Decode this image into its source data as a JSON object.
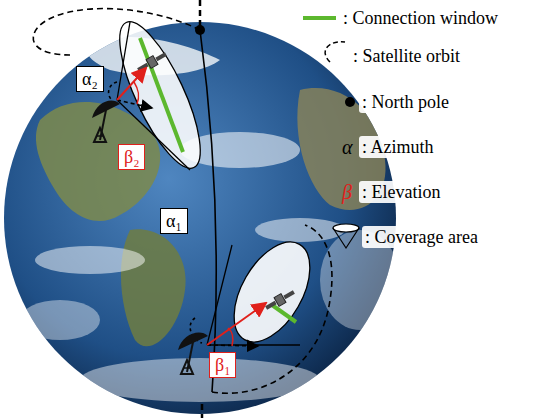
{
  "diagram": {
    "nodes": [
      {
        "text": [
          "α₂"
        ]
      },
      {
        "text": [
          "β₂"
        ]
      },
      {
        "text": [
          "α₁"
        ]
      },
      {
        "text": [
          "β₁"
        ]
      }
    ],
    "labels": [
      "α",
      "β"
    ],
    "legend": [
      {
        "text": ": Connection window"
      },
      {
        "text": ": Satellite orbit"
      },
      {
        "text": ": North pole"
      },
      {
        "text": ": Azimuth"
      },
      {
        "text": ": Elevation"
      },
      {
        "text": ": Coverage area"
      }
    ]
  }
}
